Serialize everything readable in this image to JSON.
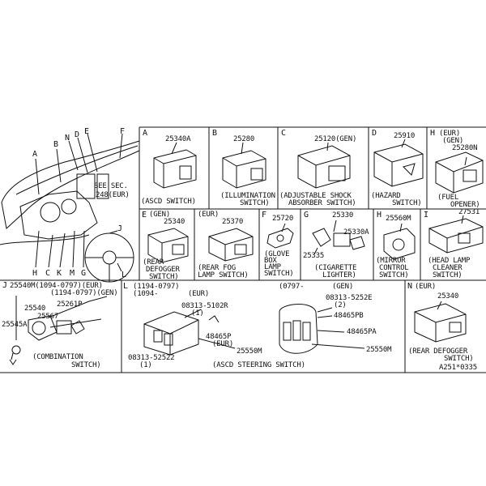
{
  "overview": {
    "callouts": [
      "A",
      "B",
      "N",
      "D",
      "E",
      "F",
      "H",
      "C",
      "K",
      "M",
      "G",
      "L",
      "J"
    ],
    "see_sec_1": "SEE SEC.",
    "see_sec_2": "248(EUR)"
  },
  "panels": {
    "A": {
      "letter": "A",
      "part": "25340A",
      "name": "(ASCD SWITCH)"
    },
    "B": {
      "letter": "B",
      "part": "25280",
      "name_1": "(ILLUMINATION",
      "name_2": "SWITCH)"
    },
    "C": {
      "letter": "C",
      "part": "25120(GEN)",
      "name_1": "(ADJUSTABLE SHOCK",
      "name_2": "ABSORBER SWITCH)"
    },
    "D": {
      "letter": "D",
      "part": "25910",
      "name_1": "(HAZARD",
      "name_2": "SWITCH)"
    },
    "H_fuel": {
      "letter": "H",
      "region_1": "(EUR)",
      "region_2": "(GEN)",
      "part": "25280N",
      "name_1": "(FUEL",
      "name_2": "OPENER)"
    },
    "E": {
      "letter": "E",
      "region": "(GEN)",
      "part": "25340",
      "name_1": "(REAR",
      "name_2": "DEFOGGER",
      "name_3": "SWITCH)"
    },
    "rear_fog": {
      "region": "(EUR)",
      "part": "25370",
      "name_1": "(REAR FOG",
      "name_2": "LAMP SWITCH)"
    },
    "F": {
      "letter": "F",
      "part": "25720",
      "name_1": "(GLOVE",
      "name_2": "BOX",
      "name_3": "LAMP",
      "name_4": "SWITCH)"
    },
    "G": {
      "letter": "G",
      "part_1": "25330",
      "part_2": "25330A",
      "part_3": "25335",
      "name_1": "(CIGARETTE",
      "name_2": "LIGHTER)"
    },
    "H_mirror": {
      "letter": "H",
      "part": "25560M",
      "name_1": "(MIRROR",
      "name_2": "CONTROL",
      "name_3": "SWITCH)"
    },
    "I": {
      "letter": "I",
      "part": "27531",
      "name_1": "(HEAD LAMP",
      "name_2": "CLEANER",
      "name_3": "SWITCH)"
    },
    "J": {
      "letter": "J",
      "line_1": "25540M(1094-0797)(EUR)",
      "line_2": "(1194-0797)(GEN)",
      "part_1": "25540",
      "part_2": "25261P",
      "part_3": "25545A",
      "part_4": "25567",
      "name_1": "(COMBINATION",
      "name_2": "SWITCH)"
    },
    "L": {
      "letter": "L",
      "date_1": "(1194-0797)",
      "date_2": "(1094-",
      "region": "(EUR)",
      "part_1": "08313-5102R",
      "qty_1": "(1)",
      "part_2": "48465P",
      "region_2": "(EUR)",
      "part_3": "25550M",
      "part_4": "08313-52522",
      "qty_2": "(1)",
      "date_3": "(0797-",
      "region_3": "(GEN)",
      "part_5": "08313-5252E",
      "qty_3": "(2)",
      "part_6": "48465PB",
      "part_7": "48465PA",
      "part_8": "25550M",
      "name": "(ASCD STEERING SWITCH)"
    },
    "N": {
      "letter": "N",
      "region": "(EUR)",
      "part": "25340",
      "name_1": "(REAR DEFOGGER",
      "name_2": "SWITCH)"
    }
  },
  "footer_code": "A251*0335"
}
